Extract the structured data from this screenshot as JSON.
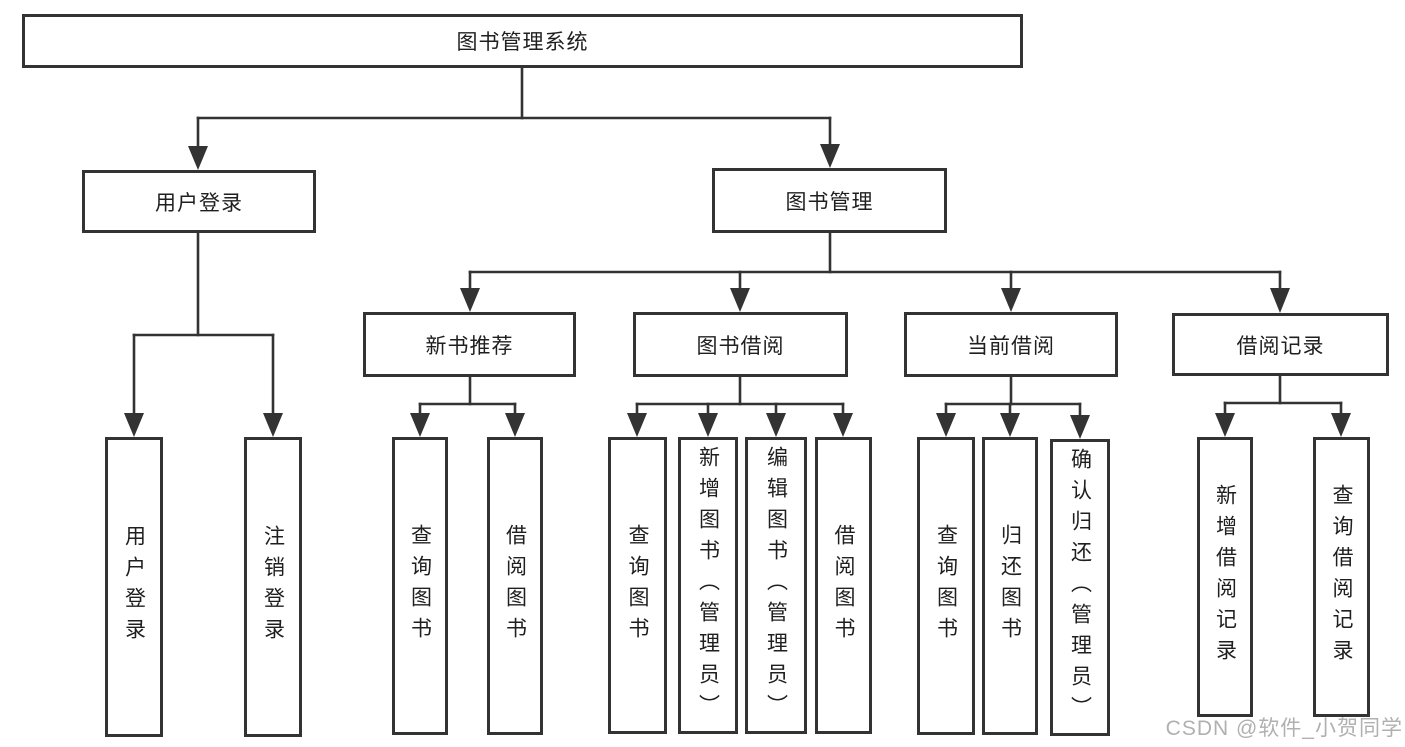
{
  "tree": {
    "root": {
      "label": "图书管理系统"
    },
    "branches": [
      {
        "label": "用户登录",
        "children": [
          {
            "label": "用户登录"
          },
          {
            "label": "注销登录"
          }
        ]
      },
      {
        "label": "图书管理",
        "children": [
          {
            "label": "新书推荐",
            "children": [
              {
                "label": "查询图书"
              },
              {
                "label": "借阅图书"
              }
            ]
          },
          {
            "label": "图书借阅",
            "children": [
              {
                "label": "查询图书"
              },
              {
                "label": "新增图书（管理员）"
              },
              {
                "label": "编辑图书（管理员）"
              },
              {
                "label": "借阅图书"
              }
            ]
          },
          {
            "label": "当前借阅",
            "children": [
              {
                "label": "查询图书"
              },
              {
                "label": "归还图书"
              },
              {
                "label": "确认归还（管理员）"
              }
            ]
          },
          {
            "label": "借阅记录",
            "children": [
              {
                "label": "新增借阅记录"
              },
              {
                "label": "查询借阅记录"
              }
            ]
          }
        ]
      }
    ]
  },
  "watermark": "CSDN @软件_小贺同学",
  "colors": {
    "line": "#333333",
    "text": "#1f1f1f",
    "watermark": "#b0b0b0",
    "background": "#ffffff"
  }
}
